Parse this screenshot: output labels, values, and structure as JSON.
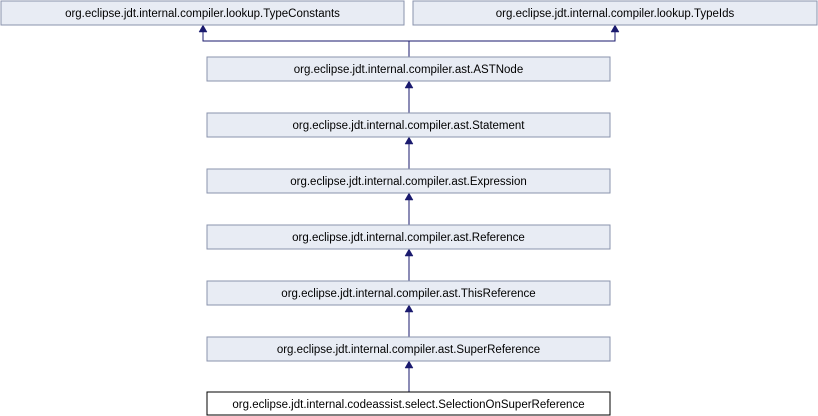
{
  "diagram": {
    "nodes": [
      {
        "id": "typeconstants",
        "label": "org.eclipse.jdt.internal.compiler.lookup.TypeConstants"
      },
      {
        "id": "typeids",
        "label": "org.eclipse.jdt.internal.compiler.lookup.TypeIds"
      },
      {
        "id": "astnode",
        "label": "org.eclipse.jdt.internal.compiler.ast.ASTNode"
      },
      {
        "id": "statement",
        "label": "org.eclipse.jdt.internal.compiler.ast.Statement"
      },
      {
        "id": "expression",
        "label": "org.eclipse.jdt.internal.compiler.ast.Expression"
      },
      {
        "id": "reference",
        "label": "org.eclipse.jdt.internal.compiler.ast.Reference"
      },
      {
        "id": "thisreference",
        "label": "org.eclipse.jdt.internal.compiler.ast.ThisReference"
      },
      {
        "id": "superreference",
        "label": "org.eclipse.jdt.internal.compiler.ast.SuperReference"
      },
      {
        "id": "selectiononsuperreference",
        "label": "org.eclipse.jdt.internal.codeassist.select.SelectionOnSuperReference",
        "current": true
      }
    ],
    "edges": [
      {
        "from": "astnode",
        "to": "typeconstants"
      },
      {
        "from": "astnode",
        "to": "typeids"
      },
      {
        "from": "statement",
        "to": "astnode"
      },
      {
        "from": "expression",
        "to": "statement"
      },
      {
        "from": "reference",
        "to": "expression"
      },
      {
        "from": "thisreference",
        "to": "reference"
      },
      {
        "from": "superreference",
        "to": "thisreference"
      },
      {
        "from": "selectiononsuperreference",
        "to": "superreference"
      }
    ],
    "colors": {
      "node_fill": "#e8ecf4",
      "node_border": "#8a93ad",
      "current_node_fill": "#ffffff",
      "current_node_border": "#000000",
      "edge": "#1a1a6e"
    }
  }
}
